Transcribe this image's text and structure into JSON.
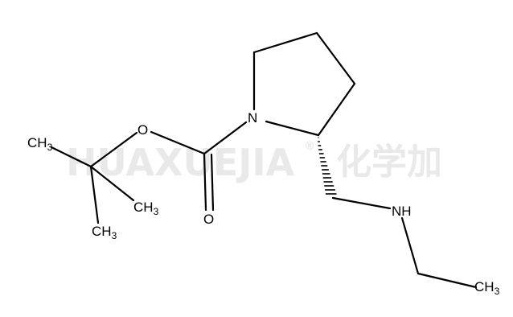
{
  "watermark": {
    "latin": "HUAXUEJIA",
    "registered": "®",
    "cjk": "化学加"
  },
  "atoms": {
    "ch3_a": {
      "main": "CH",
      "sub": "3"
    },
    "ch3_b": {
      "main": "CH",
      "sub": "3"
    },
    "ch3_c": {
      "main": "CH",
      "sub": "3"
    },
    "ch3_d": {
      "main": "CH",
      "sub": "3"
    },
    "o_ester": "O",
    "o_carbonyl": "O",
    "n_ring": "N",
    "nh": "NH"
  },
  "colors": {
    "bond": "#000000",
    "watermark": "#e9e9e9",
    "background": "#ffffff"
  }
}
